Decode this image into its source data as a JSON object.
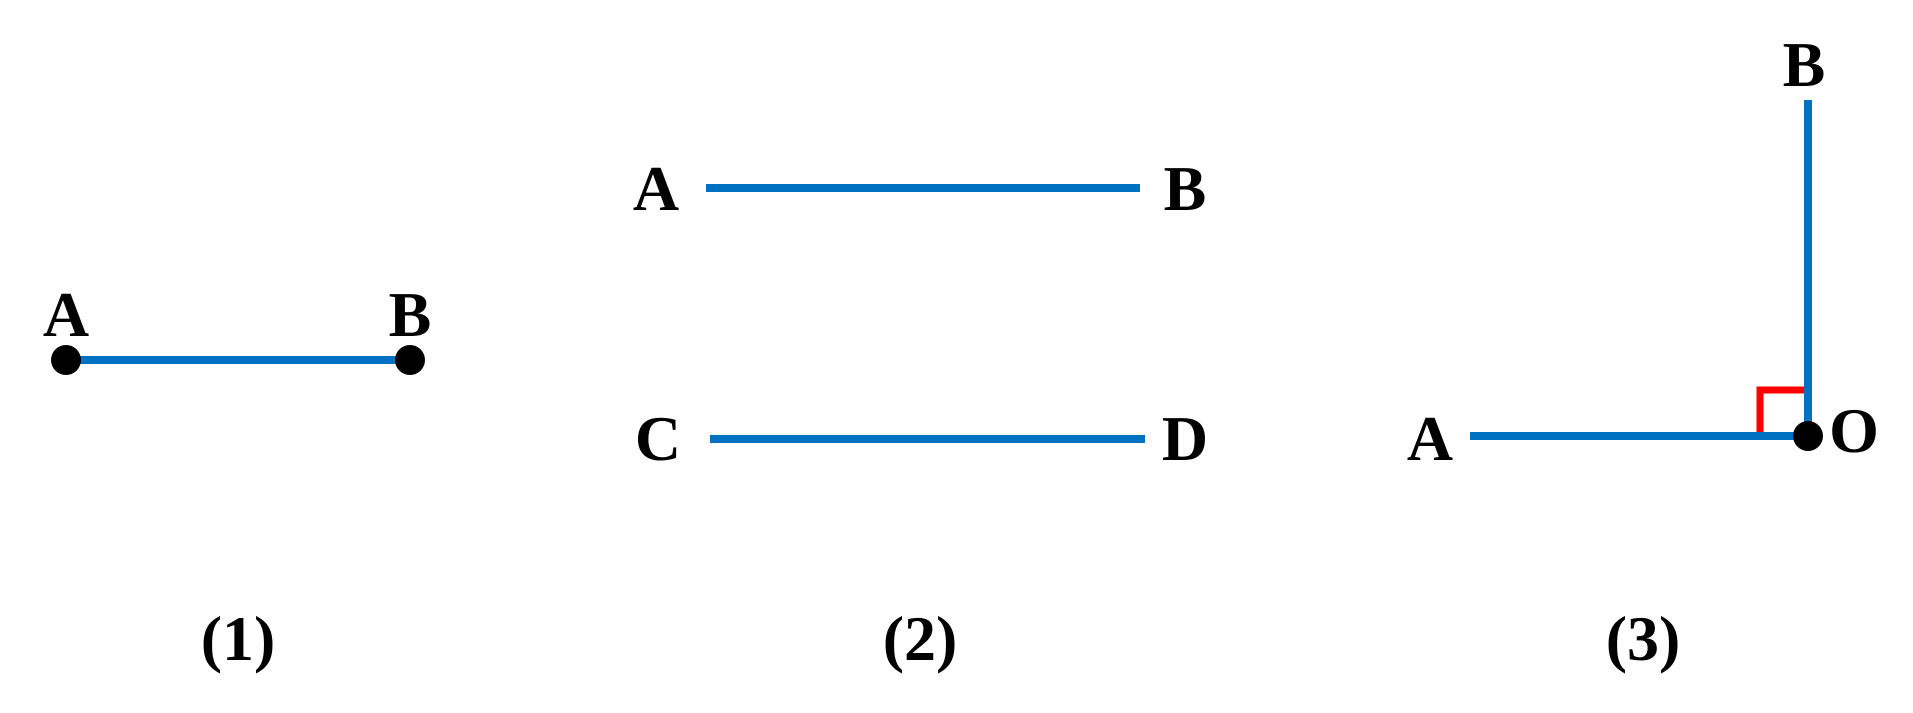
{
  "colors": {
    "segment": "#0070c0",
    "point": "#000000",
    "right_angle_mark": "#ff0000",
    "text": "#000000"
  },
  "figures": [
    {
      "caption": "(1)",
      "points": {
        "left": "A",
        "right": "B"
      }
    },
    {
      "caption": "(2)",
      "points": {
        "top_left": "A",
        "top_right": "B",
        "bottom_left": "C",
        "bottom_right": "D"
      }
    },
    {
      "caption": "(3)",
      "points": {
        "left": "A",
        "top": "B",
        "vertex": "O"
      },
      "right_angle": true
    }
  ]
}
